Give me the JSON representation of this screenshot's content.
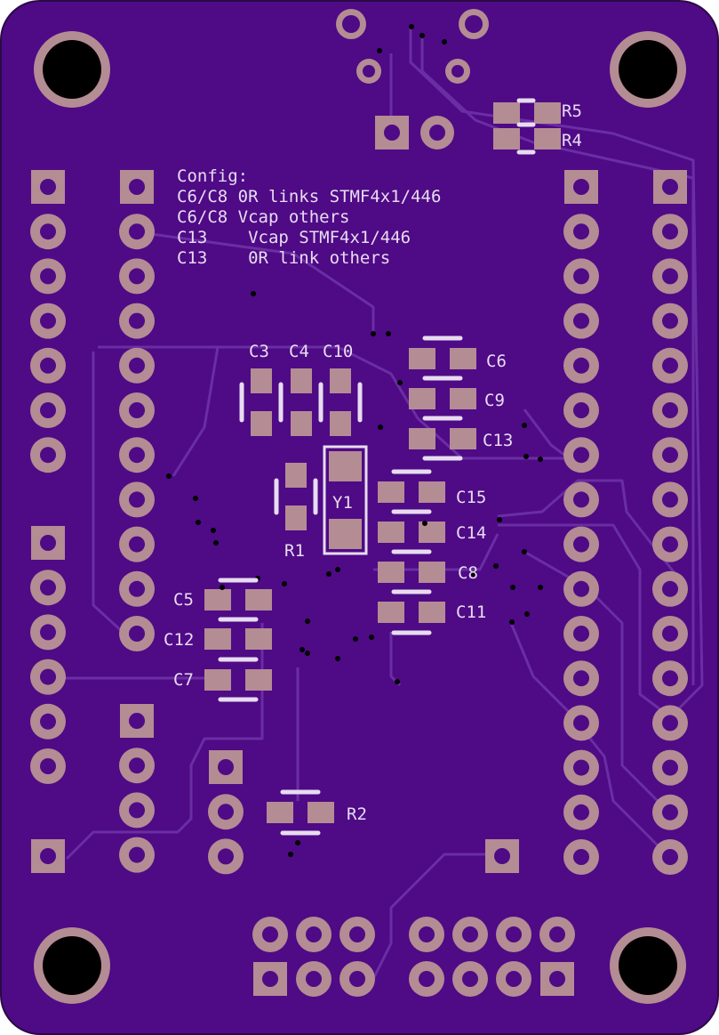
{
  "colors": {
    "board": "#4f0a86",
    "board_edge": "#2b0a45",
    "trace": "#6a2ea3",
    "pad": "#b48c93",
    "hole": "#000000",
    "silk": "#e7dcf0"
  },
  "config_notes": [
    "Config:",
    "C6/C8 0R links STMF4x1/446",
    "C6/C8 Vcap others",
    "C13    Vcap STMF4x1/446",
    "C13    0R link others"
  ],
  "components": {
    "r5": "R5",
    "r4": "R4",
    "r1": "R1",
    "r2": "R2",
    "c3": "C3",
    "c4": "C4",
    "c10": "C10",
    "c6": "C6",
    "c9": "C9",
    "c13": "C13",
    "c15": "C15",
    "c14": "C14",
    "c8": "C8",
    "c11": "C11",
    "c5": "C5",
    "c12": "C12",
    "c7": "C7",
    "y1": "Y1"
  }
}
